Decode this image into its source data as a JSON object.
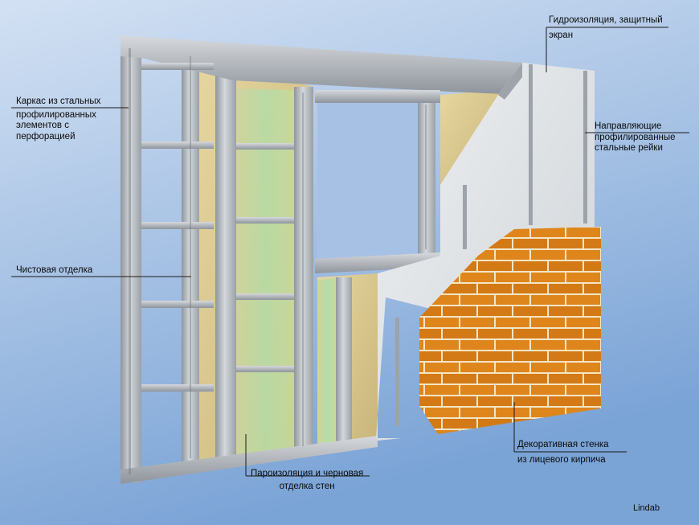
{
  "labels": {
    "frame": [
      "Каркас из стальных",
      "профилированных",
      "элементов с",
      "перфорацией"
    ],
    "finish": "Чистовая отделка",
    "waterproof": [
      "Гидроизоляция, защитный",
      "экран"
    ],
    "rails": [
      "Направляющие",
      "профилированные",
      "стальные рейки"
    ],
    "vapor": [
      "Пароизоляция и черновая",
      "отделка стен"
    ],
    "brick": [
      "Декоративная стенка",
      "из лицевого кирпича"
    ],
    "brand": "Lindab"
  },
  "colors": {
    "bg_top": "#c6d8ef",
    "bg_bottom": "#7fa6d8",
    "steel": "#b9bec4",
    "insulation": "#d9c98e",
    "vapor_film": "#b8dca8",
    "board": "#e6e8ea",
    "brick": "#e08a1e",
    "mortar": "#f2e6c8"
  }
}
